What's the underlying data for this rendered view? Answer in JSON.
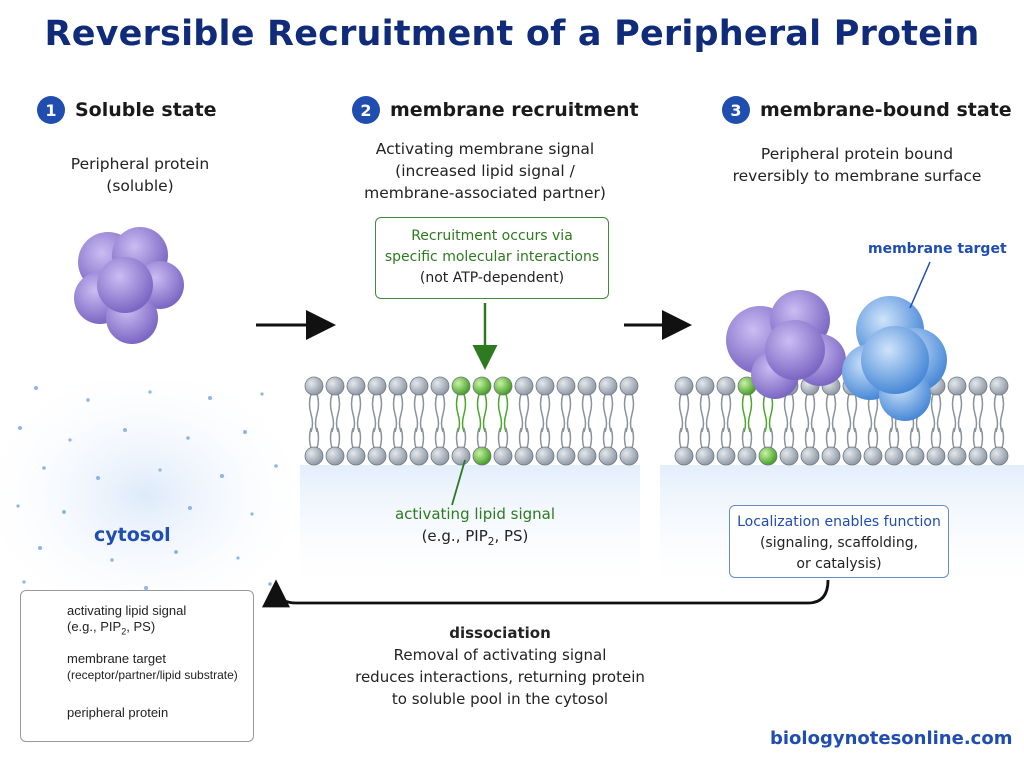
{
  "title": "Reversible Recruitment of a Peripheral Protein",
  "steps": [
    {
      "number": "1",
      "label": "Soluble state"
    },
    {
      "number": "2",
      "label": "membrane recruitment"
    },
    {
      "number": "3",
      "label": "membrane-bound state"
    }
  ],
  "panel1": {
    "caption_line1": "Peripheral protein",
    "caption_line2": "(soluble)",
    "cytosol_label": "cytosol"
  },
  "panel2": {
    "caption_line1": "Activating membrane signal",
    "caption_line2": "(increased lipid signal /",
    "caption_line3": "membrane-associated partner)",
    "box_line1": "Recruitment occurs via",
    "box_line2": "specific molecular interactions",
    "box_line3": "(not ATP-dependent)",
    "lipid_label": "activating lipid signal",
    "lipid_example_prefix": "(e.g., PIP",
    "lipid_example_sub": "2",
    "lipid_example_suffix": ", PS)"
  },
  "panel3": {
    "caption_line1": "Peripheral protein bound",
    "caption_line2": "reversibly to membrane surface",
    "target_label": "membrane target",
    "box_line1": "Localization enables function",
    "box_line2": "(signaling, scaffolding,",
    "box_line3": "or catalysis)"
  },
  "dissociation": {
    "heading": "dissociation",
    "line1": "Removal of activating signal",
    "line2": "reduces interactions, returning protein",
    "line3": "to soluble pool in the cytosol"
  },
  "legend": {
    "item1_line1": "activating lipid signal",
    "item1_line2_prefix": "(e.g., PIP",
    "item1_line2_sub": "2",
    "item1_line2_suffix": ", PS)",
    "item2_line1": "membrane target",
    "item2_line2": "(receptor/partner/lipid substrate)",
    "item3_line1": "peripheral protein"
  },
  "credit": "biologynotesonline.com",
  "colors": {
    "title": "#0f2b7a",
    "step_badge": "#1f4db0",
    "lipid_head": "#9aa3ad",
    "activating_lipid": "#6cc23a",
    "peripheral_protein": "#9b86d8",
    "membrane_target": "#6aa6e6",
    "box_green": "#3e8a3e",
    "box_blue": "#6a8cc4"
  }
}
